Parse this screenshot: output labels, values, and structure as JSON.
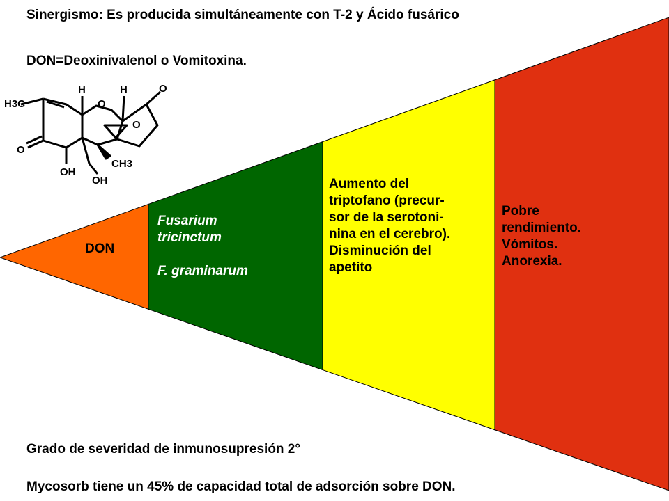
{
  "title_synergy": "Sinergismo: Es producida simultáneamente con T-2 y Ácido fusárico",
  "title_don": "DON=Deoxinivalenol o Vomitoxina.",
  "molecule": {
    "labels": [
      "H3C",
      "H",
      "H",
      "OH",
      "O",
      "O",
      "O",
      "OH",
      "OH",
      "CH3"
    ]
  },
  "funnel": {
    "segments": [
      {
        "color": "#ff6600",
        "lines": [
          "DON"
        ]
      },
      {
        "color": "#006600",
        "lines": [
          "Fusarium",
          "tricinctum",
          "",
          "F. graminarum"
        ]
      },
      {
        "color": "#ffff00",
        "lines": [
          "Aumento del",
          "triptofano (precur-",
          "sor de la serotoni-",
          "nina en el cerebro).",
          "Disminución del",
          "apetito"
        ]
      },
      {
        "color": "#e03010",
        "lines": [
          "Pobre",
          "rendimiento.",
          "Vómitos.",
          "Anorexia."
        ]
      }
    ]
  },
  "severity": "Grado de severidad de inmunosupresión 2°",
  "mycosorb": "Mycosorb tiene un 45% de capacidad total de adsorción sobre DON."
}
